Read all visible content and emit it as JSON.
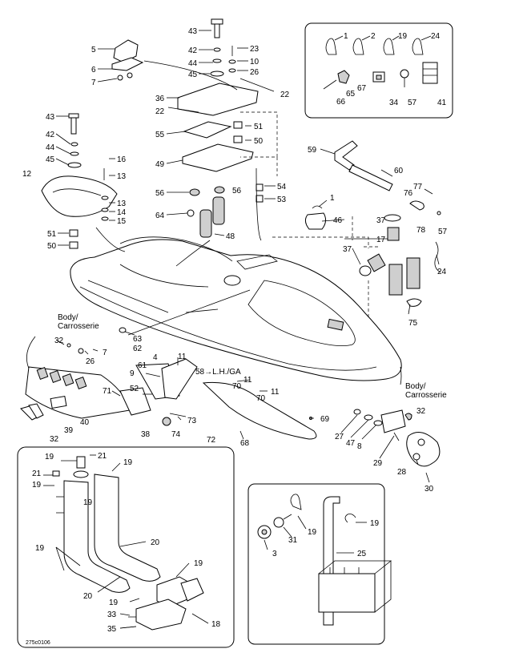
{
  "diagram": {
    "drawing_code": "275c0106",
    "labels": {
      "body_en_left": "Body/",
      "body_fr_left": "Carrosserie",
      "body_en_right": "Body/",
      "body_fr_right": "Carrosserie",
      "lh_ga": "58→L.H./GA"
    },
    "callouts": {
      "c1a": "1",
      "c2": "2",
      "c19a": "19",
      "c24a": "24",
      "c65": "65",
      "c66": "66",
      "c67": "67",
      "c34": "34",
      "c57a": "57",
      "c41": "41",
      "c43a": "43",
      "c42a": "42",
      "c44a": "44",
      "c45a": "45",
      "c23": "23",
      "c10": "10",
      "c26a": "26",
      "c5": "5",
      "c6": "6",
      "c7a": "7",
      "c36": "36",
      "c22a": "22",
      "c22b": "22",
      "c55": "55",
      "c51a": "51",
      "c50a": "50",
      "c49": "49",
      "c56a": "56",
      "c56b": "56",
      "c54": "54",
      "c53": "53",
      "c64": "64",
      "c48": "48",
      "c43b": "43",
      "c42b": "42",
      "c44b": "44",
      "c45b": "45",
      "c16": "16",
      "c12": "12",
      "c13a": "13",
      "c13b": "13",
      "c14": "14",
      "c15": "15",
      "c51b": "51",
      "c50b": "50",
      "c59": "59",
      "c60": "60",
      "c77": "77",
      "c76": "76",
      "c78": "78",
      "c57b": "57",
      "c1b": "1",
      "c46": "46",
      "c37a": "37",
      "c17": "17",
      "c37b": "37",
      "c24b": "24",
      "c75": "75",
      "c63": "63",
      "c62": "62",
      "c32a": "32",
      "c26b": "26",
      "c7b": "7",
      "c40": "40",
      "c39": "39",
      "c32b": "32",
      "c38": "38",
      "c71": "71",
      "c4": "4",
      "c61": "61",
      "c9": "9",
      "c11a": "11",
      "c11b": "11",
      "c11c": "11",
      "c52": "52",
      "c70a": "70",
      "c70b": "70",
      "c73": "73",
      "c74": "74",
      "c72": "72",
      "c69": "69",
      "c68": "68",
      "c27": "27",
      "c47": "47",
      "c8": "8",
      "c29": "29",
      "c28": "28",
      "c30": "30",
      "c32c": "32",
      "c19b": "19",
      "c21a": "21",
      "c21b": "21",
      "c19c": "19",
      "c19d": "19",
      "c19e": "19",
      "c20a": "20",
      "c19f": "19",
      "c19g": "19",
      "c20b": "20",
      "c19h": "19",
      "c33": "33",
      "c35": "35",
      "c18": "18",
      "c19i": "19",
      "c19j": "19",
      "c3": "3",
      "c31": "31",
      "c25": "25"
    }
  }
}
